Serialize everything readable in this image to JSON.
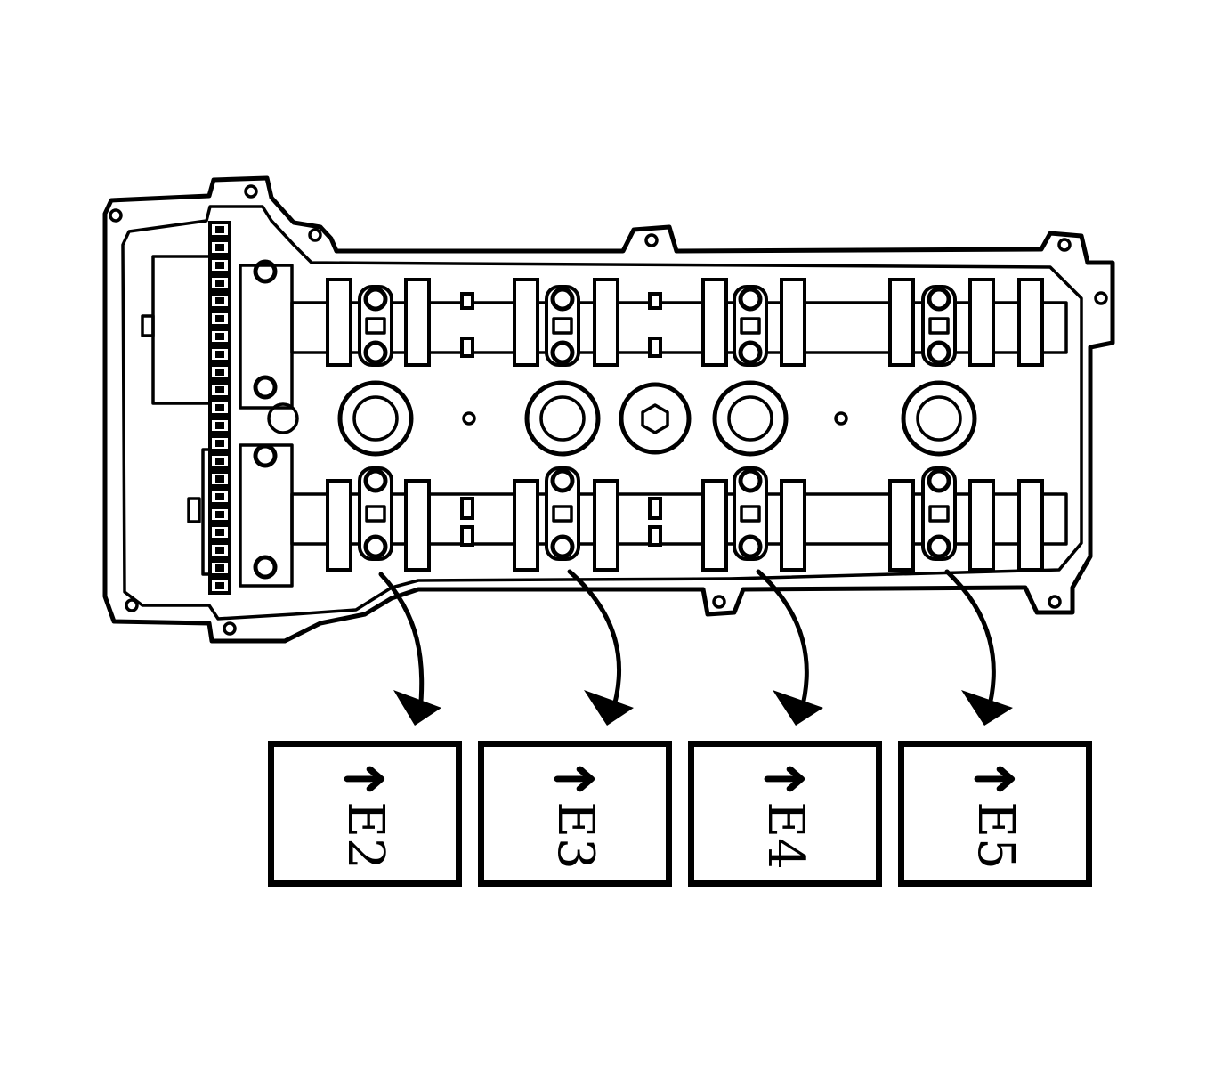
{
  "callouts": [
    {
      "label": "E2"
    },
    {
      "label": "E3"
    },
    {
      "label": "E4"
    },
    {
      "label": "E5"
    }
  ],
  "colors": {
    "line": "#000000",
    "background": "#ffffff"
  },
  "icons": {
    "callout_arrow": "up-arrow-icon"
  }
}
